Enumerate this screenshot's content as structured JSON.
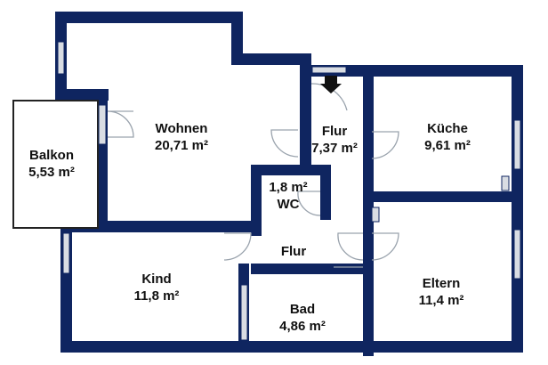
{
  "colors": {
    "wall": "#0f2560",
    "window": "#d9dde3",
    "door_line": "#9aa3ad",
    "background": "#ffffff",
    "text": "#111111"
  },
  "rooms": {
    "wohnen": {
      "name": "Wohnen",
      "area": "20,71 m²"
    },
    "flur_top": {
      "name": "Flur",
      "area": "7,37 m²"
    },
    "kueche": {
      "name": "Küche",
      "area": "9,61 m²"
    },
    "balkon": {
      "name": "Balkon",
      "area": "5,53 m²"
    },
    "wc": {
      "name": "WC",
      "area": "1,8 m²"
    },
    "flur_bottom": {
      "name": "Flur"
    },
    "kind": {
      "name": "Kind",
      "area": "11,8 m²"
    },
    "bad": {
      "name": "Bad",
      "area": "4,86 m²"
    },
    "eltern": {
      "name": "Eltern",
      "area": "11,4 m²"
    }
  },
  "icons": {
    "entrance": "entrance-arrow-icon"
  }
}
